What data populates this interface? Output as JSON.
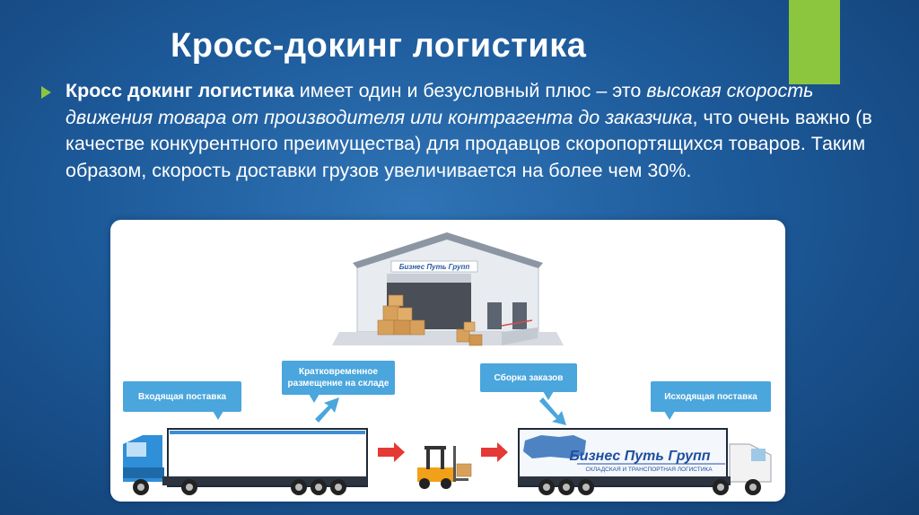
{
  "slide": {
    "title": "Кросс-докинг логистика",
    "accent_color": "#8cc63f"
  },
  "body": {
    "lead_bold": "Кросс докинг логистика",
    "part1": " имеет один и безусловный плюс – это ",
    "italic": "высокая скорость движения товара от производителя или контрагента до заказчика",
    "part2": ", что очень важно (в качестве конкурентного преимущества) для продавцов скоропортящихся товаров.  Таким образом, скорость доставки грузов увеличивается на более чем 30%."
  },
  "diagram": {
    "warehouse_sign": "Бизнес Путь Групп",
    "callouts": {
      "inbound": "Входящая поставка",
      "short_storage": "Кратковременное размещение на складе",
      "order_picking": "Сборка заказов",
      "outbound": "Исходящая поставка"
    },
    "trailer_brand": "Бизнес Путь Групп",
    "trailer_subtitle": "СКЛАДСКАЯ И ТРАНСПОРТНАЯ ЛОГИСТИКА",
    "callout_color": "#4aa6dc",
    "arrow_color": "#e53935"
  }
}
